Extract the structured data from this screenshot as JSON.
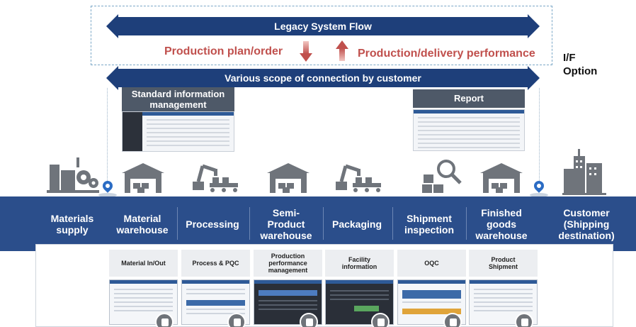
{
  "legacy": {
    "flow_label": "Legacy System Flow",
    "plan_label": "Production plan/order",
    "performance_label": "Production/delivery performance"
  },
  "connection": {
    "scope_label": "Various scope of connection by customer"
  },
  "interface": {
    "line1": "I/F",
    "line2": "Option"
  },
  "panels": {
    "standard_info": "Standard information management",
    "report": "Report"
  },
  "stages": [
    {
      "label": "Materials\nsupply",
      "icon": "factory-icon"
    },
    {
      "label": "Material\nwarehouse",
      "icon": "warehouse-icon"
    },
    {
      "label": "Processing",
      "icon": "robot-arm-icon"
    },
    {
      "label": "Semi-\nProduct\nwarehouse",
      "icon": "warehouse-icon"
    },
    {
      "label": "Packaging",
      "icon": "robot-arm-icon"
    },
    {
      "label": "Shipment\ninspection",
      "icon": "magnifier-boxes-icon"
    },
    {
      "label": "Finished\ngoods\nwarehouse",
      "icon": "warehouse-icon"
    },
    {
      "label": "Customer\n(Shipping\ndestination)",
      "icon": "city-building-icon"
    }
  ],
  "systems": [
    {
      "label": "Material In/Out"
    },
    {
      "label": "Process & PQC"
    },
    {
      "label": "Production\nperformance\nmanagement"
    },
    {
      "label": "Facility\ninformation"
    },
    {
      "label": "OQC"
    },
    {
      "label": "Product\nShipment"
    }
  ],
  "colors": {
    "navy": "#1e3f7a",
    "band": "#2b4e8b",
    "accent_red": "#c0504d",
    "panel_grey": "#4e5968"
  }
}
